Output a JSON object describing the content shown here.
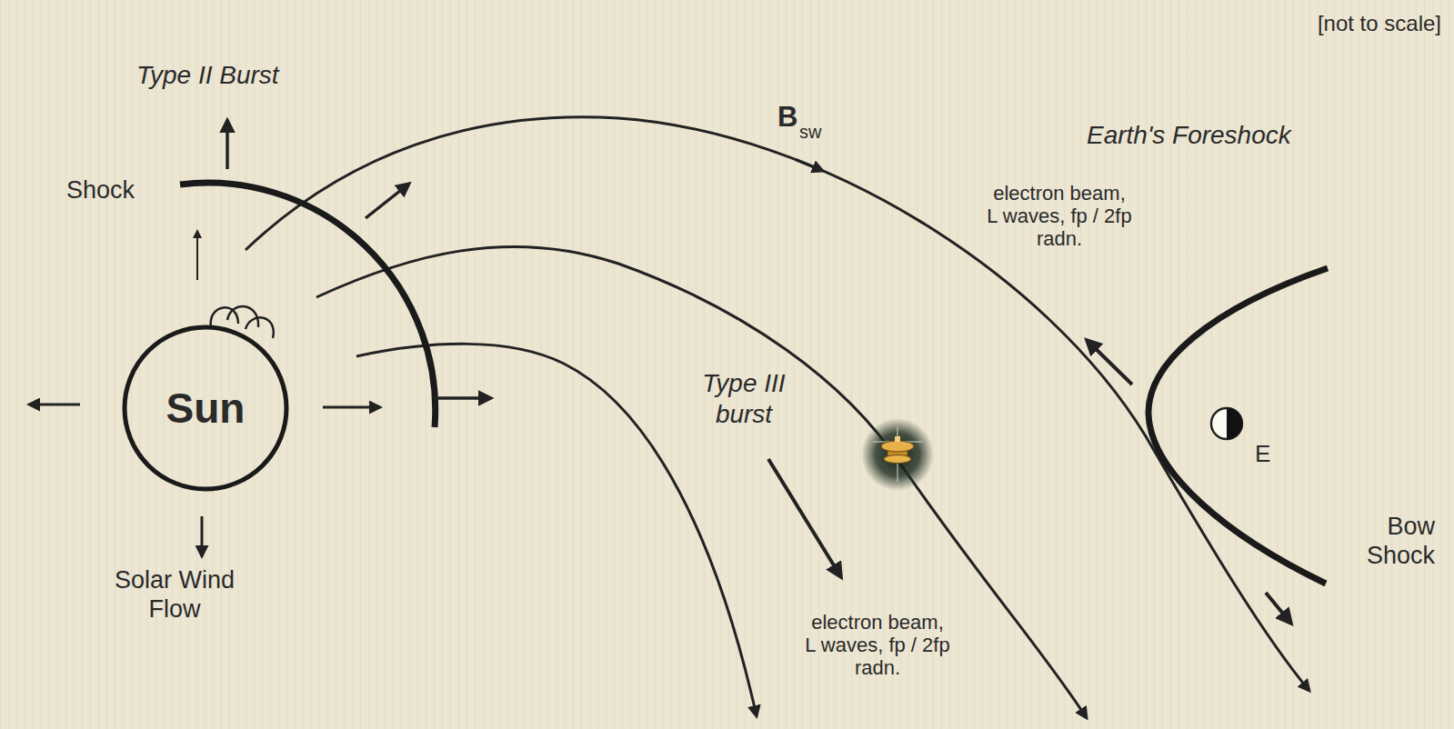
{
  "diagram": {
    "nodes": [
      {
        "text": [
          "Sun"
        ]
      }
    ],
    "labels": [
      "[not to scale]",
      "Type II Burst",
      "Shock",
      "B",
      "sw",
      "Earth's Foreshock",
      "electron beam, L waves, fp / 2fp radn.",
      "Type III burst",
      "Solar Wind Flow",
      "Bow Shock",
      "E",
      "electron beam, L waves, fp / 2fp radn."
    ]
  }
}
